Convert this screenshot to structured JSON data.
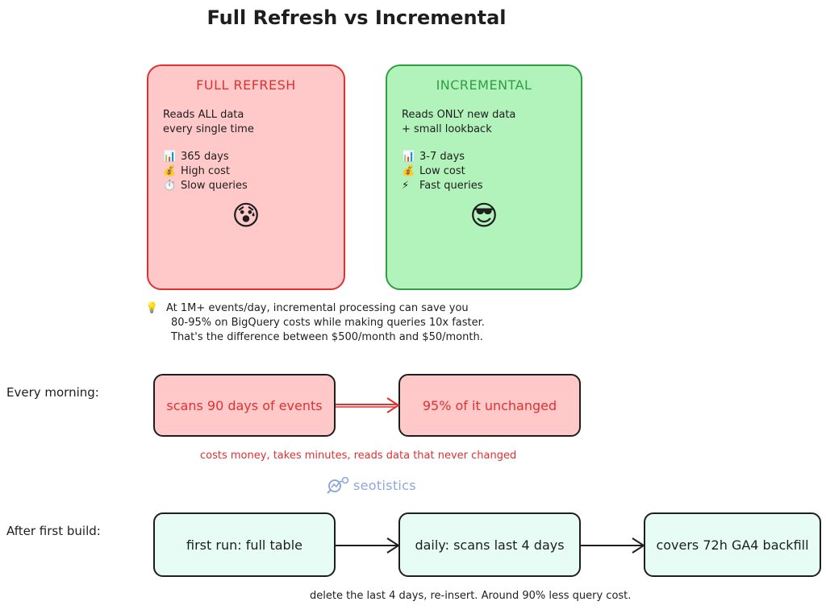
{
  "title": "Full Refresh vs Incremental",
  "cards": [
    {
      "heading": "FULL REFRESH",
      "desc_line1": "Reads ALL data",
      "desc_line2": "every single time",
      "stats": [
        {
          "icon": "bar-chart-icon",
          "glyph": "📊",
          "text": "365 days"
        },
        {
          "icon": "money-bag-icon",
          "glyph": "💰",
          "text": "High cost"
        },
        {
          "icon": "stopwatch-icon",
          "glyph": "⏱️",
          "text": "Slow queries"
        }
      ],
      "face_icon": "anxious-face-icon",
      "face_glyph": "😰"
    },
    {
      "heading": "INCREMENTAL",
      "desc_line1": "Reads ONLY new data",
      "desc_line2": "+ small lookback",
      "stats": [
        {
          "icon": "bar-chart-icon",
          "glyph": "📊",
          "text": "3-7 days"
        },
        {
          "icon": "money-bag-icon",
          "glyph": "💰",
          "text": "Low cost"
        },
        {
          "icon": "lightning-icon",
          "glyph": "⚡",
          "text": "Fast queries"
        }
      ],
      "face_icon": "sunglasses-face-icon",
      "face_glyph": "😎"
    }
  ],
  "note": {
    "icon": "lightbulb-icon",
    "glyph": "💡",
    "line1": "At 1M+ events/day, incremental processing can save you",
    "line2": "80-95% on BigQuery costs while making queries 10x faster.",
    "line3": "That's the difference between $500/month and $50/month."
  },
  "flow1": {
    "label": "Every morning:",
    "box1": "scans 90 days of events",
    "box2": "95% of it unchanged",
    "caption": "costs money, takes minutes, reads data that never changed"
  },
  "brand": {
    "icon": "seotistics-logo-icon",
    "text": "seotistics"
  },
  "flow2": {
    "label": "After first build:",
    "box1": "first run: full table",
    "box2": "daily: scans last 4 days",
    "box3": "covers 72h GA4 backfill",
    "caption": "delete the last 4 days, re-insert. Around 90% less query cost."
  },
  "colors": {
    "red_stroke": "#e03131",
    "red_fill": "#ffc9c9",
    "green_stroke": "#2f9e44",
    "green_fill": "#b2f2bb",
    "teal_fill": "#e6fcf5",
    "brand": "#8fa6df"
  }
}
